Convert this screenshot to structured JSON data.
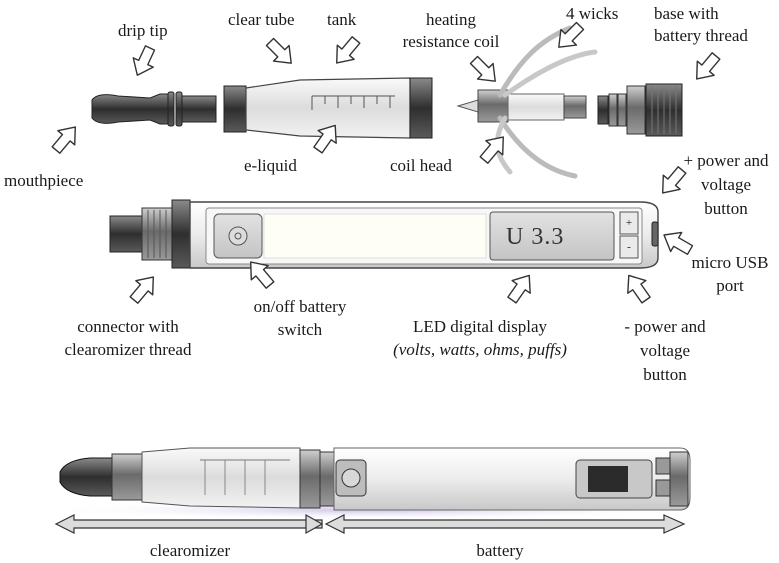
{
  "labels": {
    "drip_tip": "drip tip",
    "clear_tube": "clear tube",
    "tank": "tank",
    "heating_coil_line1": "heating",
    "heating_coil_line2": "resistance coil",
    "four_wicks": "4 wicks",
    "base_line1": "base with",
    "base_line2": "battery thread",
    "mouthpiece": "mouthpiece",
    "e_liquid": "e-liquid",
    "coil_head": "coil head",
    "plus_line1": "+ power and",
    "plus_line2": "voltage",
    "plus_line3": "button",
    "micro_usb_line1": "micro USB",
    "micro_usb_line2": "port",
    "connector_line1": "connector with",
    "connector_line2": "clearomizer thread",
    "onoff_line1": "on/off  battery",
    "onoff_line2": "switch",
    "led_line1": "LED digital display",
    "led_line2": "(volts, watts, ohms, puffs)",
    "minus_line1": "- power and",
    "minus_line2": "voltage",
    "minus_line3": "button",
    "clearomizer": "clearomizer",
    "battery": "battery"
  },
  "display": {
    "reading": "U 3.3",
    "plus_symbol": "+",
    "minus_symbol": "-"
  }
}
